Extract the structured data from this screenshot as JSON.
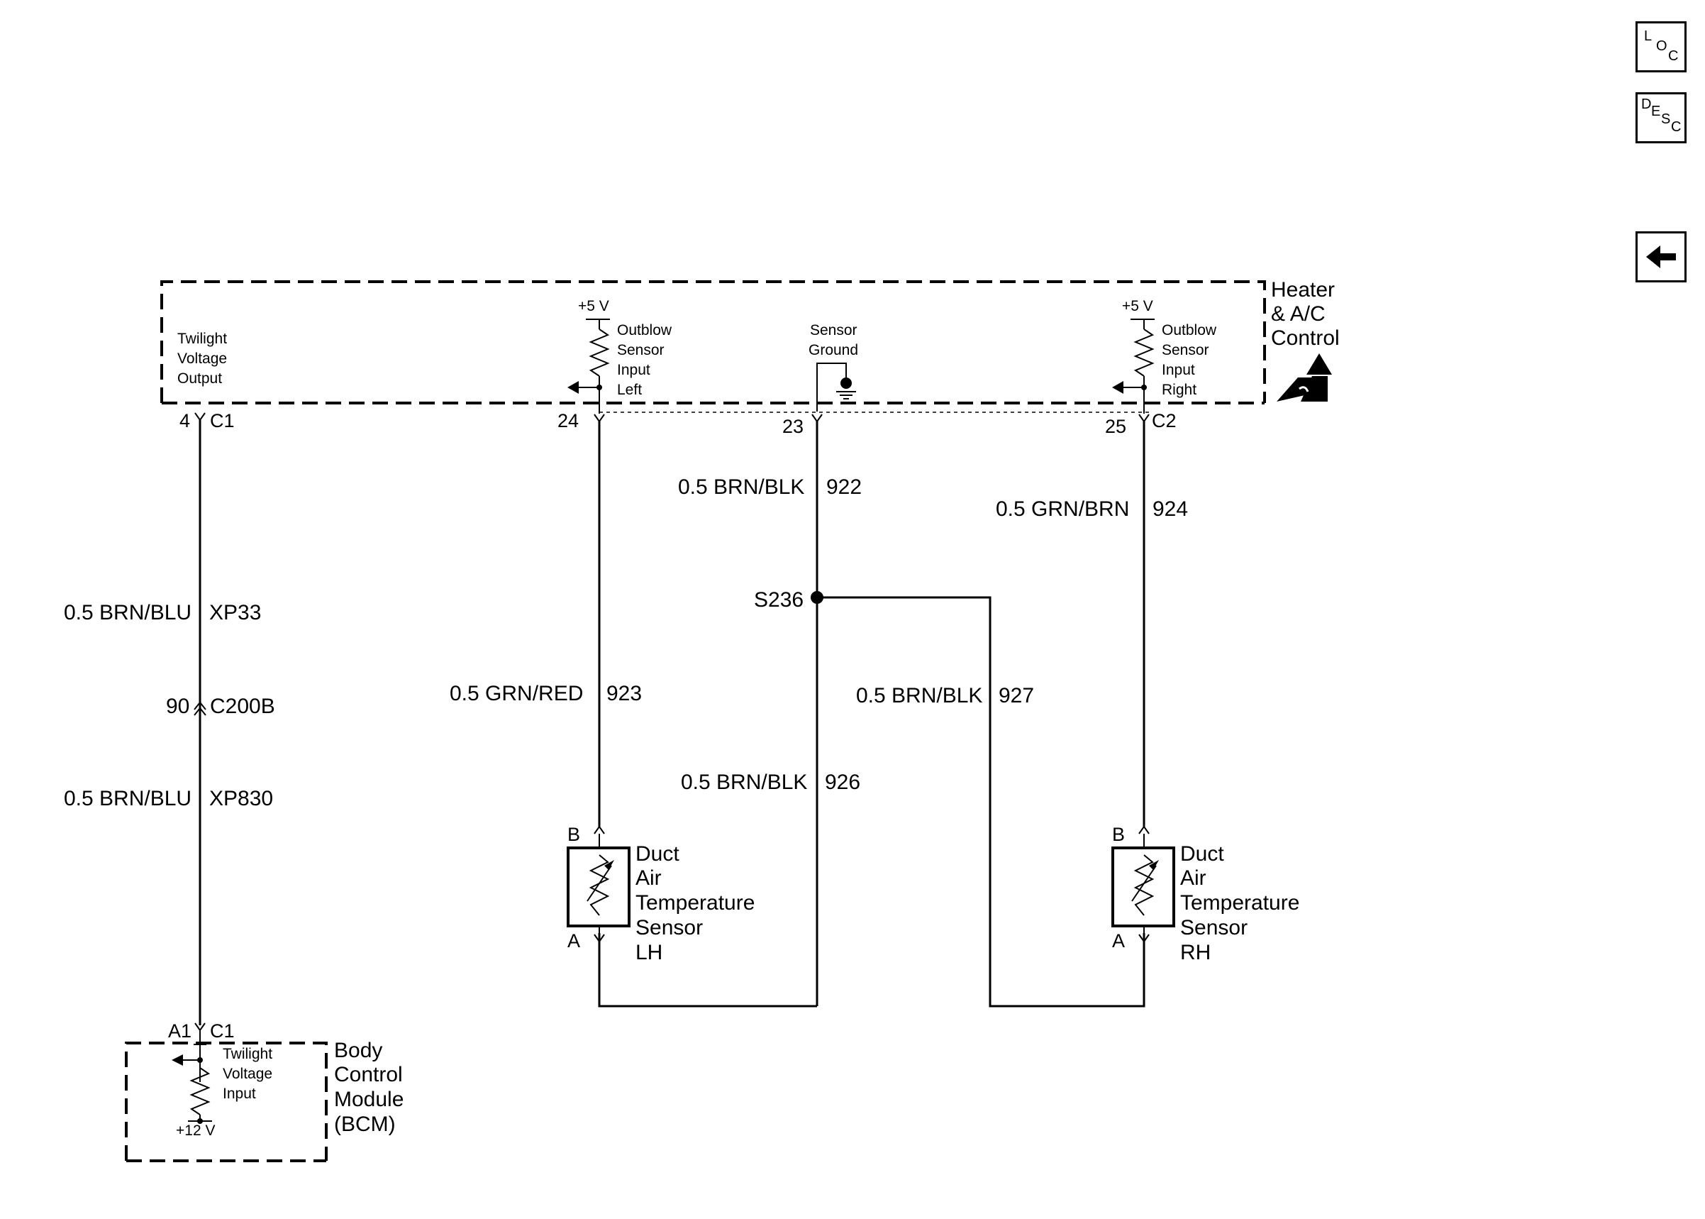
{
  "nav": {
    "loc": {
      "l1": "L",
      "l2": "O",
      "l3": "C"
    },
    "desc": {
      "l1": "D",
      "l2": "E",
      "l3": "S",
      "l4": "C"
    },
    "back_icon": "left-arrow-icon"
  },
  "hvac_module": {
    "name_lines": [
      "Heater",
      "& A/C",
      "Control"
    ],
    "twilight_output": [
      "Twilight",
      "Voltage",
      "Output"
    ],
    "outblow_left": [
      "Outblow",
      "Sensor",
      "Input",
      "Left"
    ],
    "outblow_right": [
      "Outblow",
      "Sensor",
      "Input",
      "Right"
    ],
    "sensor_ground": [
      "Sensor",
      "Ground"
    ],
    "supply_left": "+5 V",
    "supply_right": "+5 V",
    "esd_icon": "esd-warning-icon"
  },
  "pins": {
    "p4": "4",
    "c1_top": "C1",
    "p24": "24",
    "p23": "23",
    "p25": "25",
    "c2": "C2",
    "p90": "90",
    "c200b": "C200B",
    "a1": "A1",
    "c1_bcm": "C1",
    "lh_b": "B",
    "lh_a": "A",
    "rh_b": "B",
    "rh_a": "A"
  },
  "wires": {
    "xp33_color": "0.5 BRN/BLU",
    "xp33_circuit": "XP33",
    "xp830_color": "0.5 BRN/BLU",
    "xp830_circuit": "XP830",
    "w922_color": "0.5 BRN/BLK",
    "w922_circuit": "922",
    "w924_color": "0.5 GRN/BRN",
    "w924_circuit": "924",
    "w923_color": "0.5 GRN/RED",
    "w923_circuit": "923",
    "w927_color": "0.5 BRN/BLK",
    "w927_circuit": "927",
    "w926_color": "0.5 BRN/BLK",
    "w926_circuit": "926"
  },
  "splice": "S236",
  "sensor_lh": [
    "Duct",
    "Air",
    "Temperature",
    "Sensor",
    "LH"
  ],
  "sensor_rh": [
    "Duct",
    "Air",
    "Temperature",
    "Sensor",
    "RH"
  ],
  "bcm": {
    "name_lines": [
      "Body",
      "Control",
      "Module",
      "(BCM)"
    ],
    "twilight_input": [
      "Twilight",
      "Voltage",
      "Input"
    ],
    "supply": "+12 V"
  }
}
